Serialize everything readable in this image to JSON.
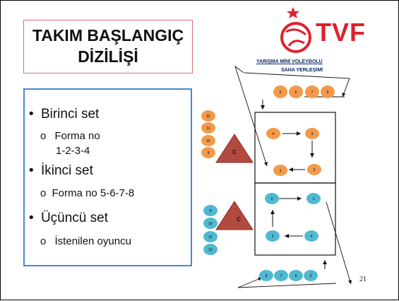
{
  "slide": {
    "title_line1": "TAKIM BAŞLANGIÇ",
    "title_line2": "DİZİLİŞİ",
    "logo": {
      "wordmark": "TVF",
      "subtitle1": "YARIŞMA MİNİ VOLEYBOLU",
      "subtitle2": "SAHA YERLEŞİMİ",
      "emblem_icon": "volleyball-star-emblem-icon",
      "brand_color": "#e0202e"
    },
    "bullets": [
      {
        "label": "Birinci set",
        "sub": [
          "Forma no",
          "1-2-3-4"
        ]
      },
      {
        "label": "İkinci set",
        "sub": [
          "Forma no 5-6-7-8"
        ]
      },
      {
        "label": "Üçüncü set",
        "sub": [
          "İstenilen oyuncu"
        ]
      }
    ],
    "bullet_glyph": "•",
    "sub_glyph": "o",
    "page_number": "21"
  },
  "diagram": {
    "colors": {
      "orange": "#f39a4a",
      "blue": "#4fb9d2",
      "triangle": "#b24a40"
    },
    "coach_label": "C",
    "orange_queue": [
      "5",
      "6",
      "7",
      "8"
    ],
    "orange_bench": [
      "12",
      "11",
      "10",
      "9"
    ],
    "orange_court": {
      "top_left": "4",
      "top_right": "3",
      "bottom_right": "2",
      "bottom_left": "1"
    },
    "blue_court": {
      "top_left": "2",
      "top_right": "1",
      "bottom_left": "3",
      "bottom_right": "4"
    },
    "blue_bench": [
      "9",
      "10",
      "11",
      "12"
    ],
    "blue_queue": [
      "8",
      "7",
      "6",
      "5"
    ]
  }
}
